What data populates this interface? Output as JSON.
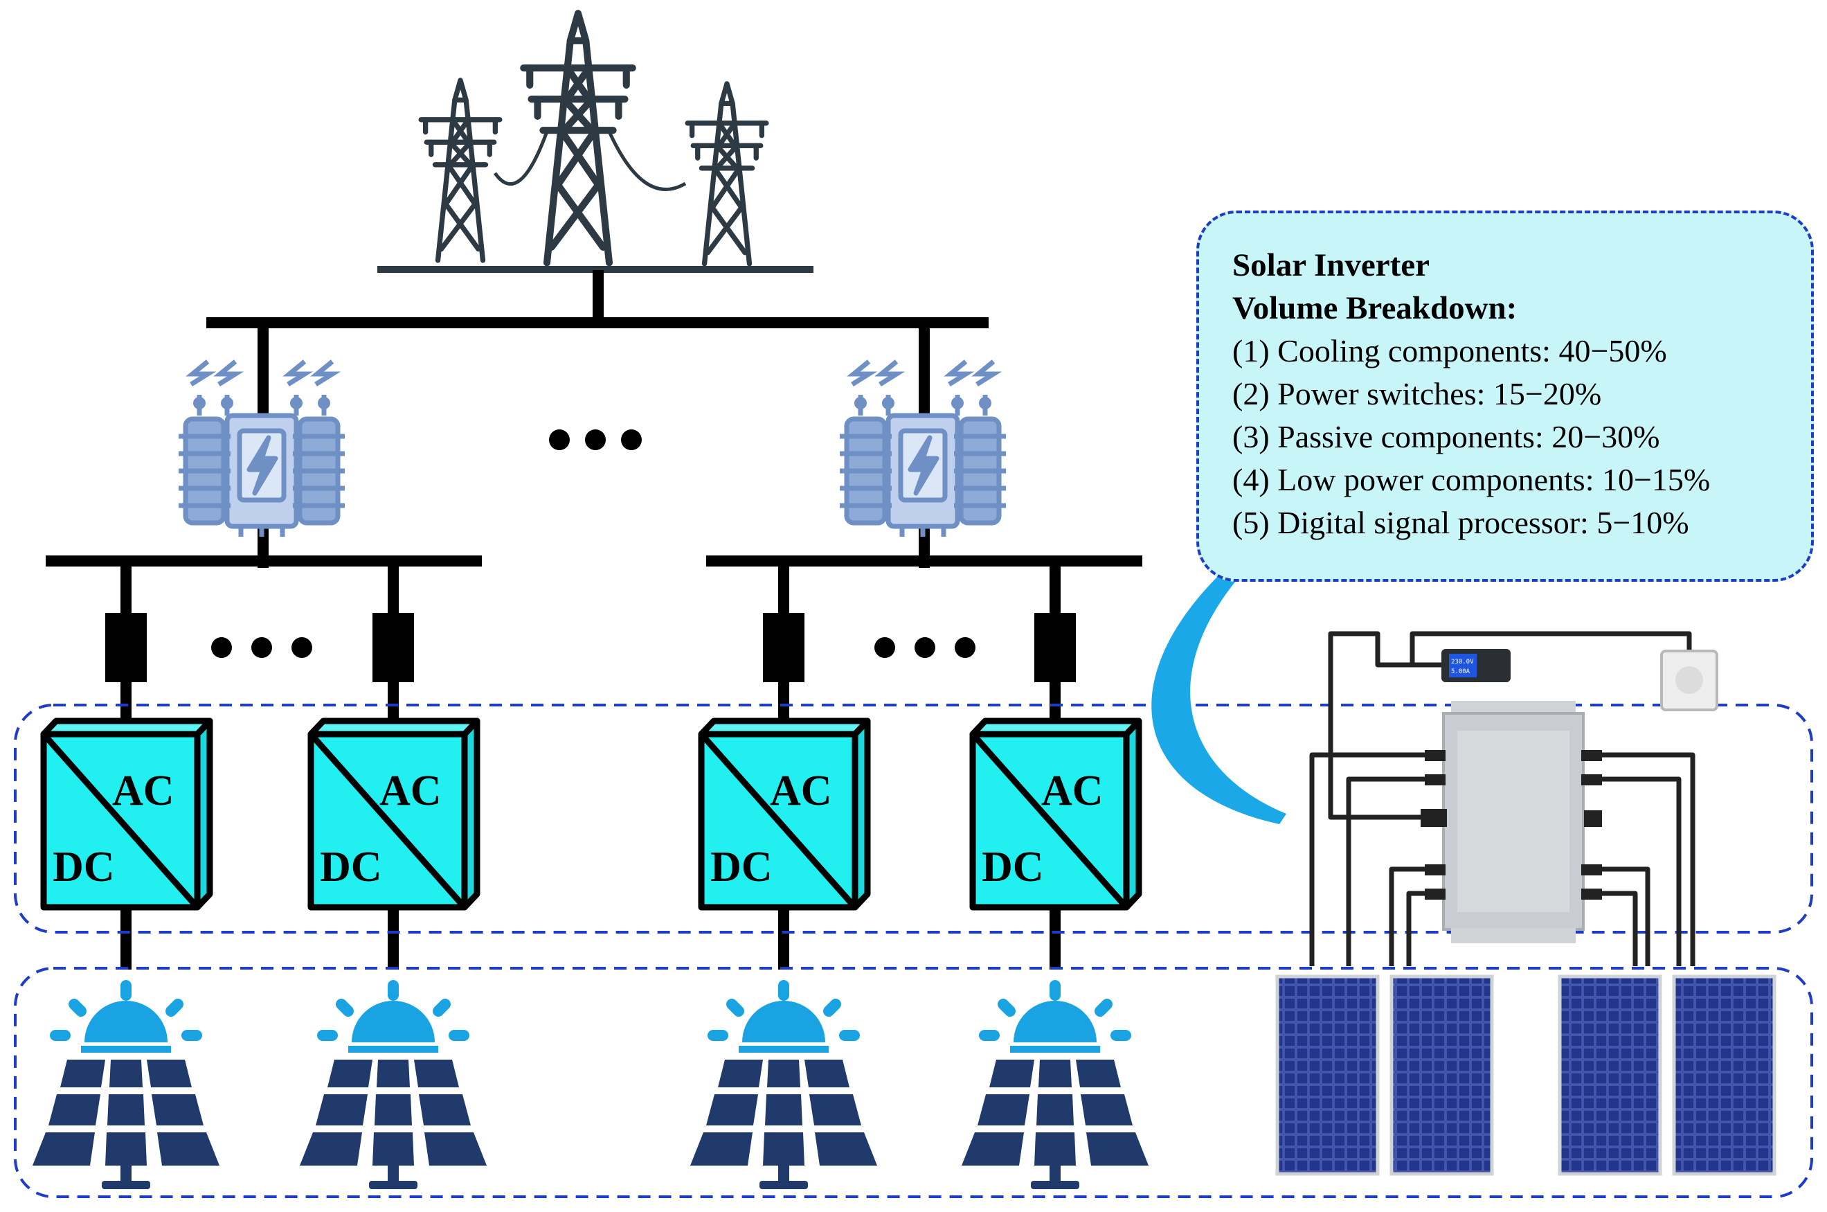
{
  "panel": {
    "title_line1": "Solar Inverter",
    "title_line2": "Volume Breakdown:",
    "items": [
      "(1) Cooling components: 40−50%",
      "(2) Power switches: 15−20%",
      "(3) Passive components: 20−30%",
      "(4) Low power components: 10−15%",
      "(5) Digital signal processor: 5−10%"
    ]
  },
  "converter": {
    "ac_label": "AC",
    "dc_label": "DC"
  },
  "microinverter": {
    "meter_line1": "230.0V",
    "meter_line2": "5.00A"
  },
  "colors": {
    "line": "#000000",
    "converter_fill": "#22f0f0",
    "panel_fill": "#c8f6f8",
    "dashed_border": "#1f3cc8",
    "transformer": "#6f90c4",
    "sun": "#1aa3e3",
    "solar_panel": "#1f3a6b",
    "arrow": "#1aa8e8"
  }
}
